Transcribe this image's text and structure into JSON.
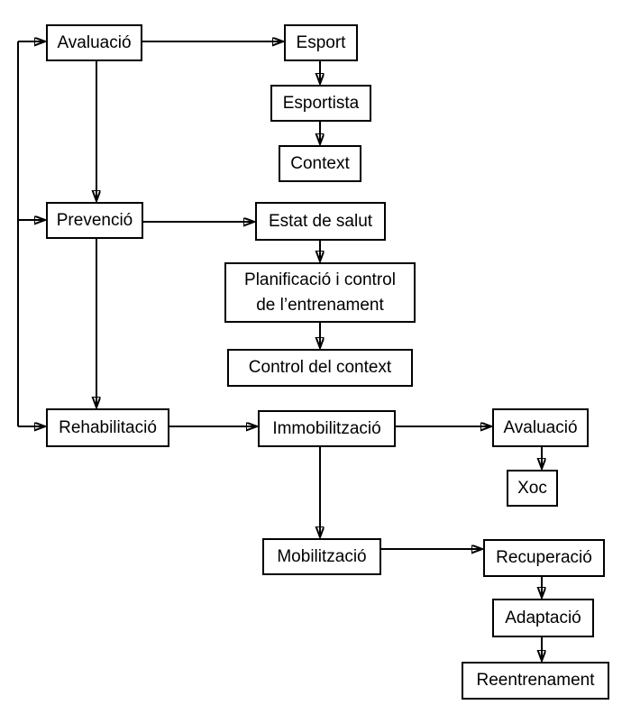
{
  "diagram": {
    "background_color": "#ffffff",
    "line_color": "#000000",
    "nodes": {
      "avaluacio": {
        "label": "Avaluació"
      },
      "esport": {
        "label": "Esport"
      },
      "esportista": {
        "label": "Esportista"
      },
      "context": {
        "label": "Context"
      },
      "prevencio": {
        "label": "Prevenció"
      },
      "estat_de_salut": {
        "label": "Estat de salut"
      },
      "planificacio": {
        "label": "Planificació i control de l’entrenament",
        "lines": [
          "Planificació i control",
          "de l’entrenament"
        ]
      },
      "control_del_context": {
        "label": "Control del context"
      },
      "rehabilitacio": {
        "label": "Rehabilitació"
      },
      "immobilitzacio": {
        "label": "Immobilització"
      },
      "avaluacio_2": {
        "label": "Avaluació"
      },
      "xoc": {
        "label": "Xoc"
      },
      "mobilitzacio": {
        "label": "Mobilització"
      },
      "recuperacio": {
        "label": "Recuperació"
      },
      "adaptacio": {
        "label": "Adaptació"
      },
      "reentrenament": {
        "label": "Reentrenament"
      }
    },
    "edges": [
      {
        "from": "feedback-spine",
        "to": "avaluacio"
      },
      {
        "from": "feedback-spine",
        "to": "prevencio"
      },
      {
        "from": "feedback-spine",
        "to": "rehabilitacio"
      },
      {
        "from": "avaluacio",
        "to": "esport"
      },
      {
        "from": "esport",
        "to": "esportista"
      },
      {
        "from": "esportista",
        "to": "context"
      },
      {
        "from": "avaluacio",
        "to": "prevencio"
      },
      {
        "from": "prevencio",
        "to": "estat_de_salut"
      },
      {
        "from": "estat_de_salut",
        "to": "planificacio"
      },
      {
        "from": "planificacio",
        "to": "control_del_context"
      },
      {
        "from": "prevencio",
        "to": "rehabilitacio"
      },
      {
        "from": "rehabilitacio",
        "to": "immobilitzacio"
      },
      {
        "from": "immobilitzacio",
        "to": "avaluacio_2"
      },
      {
        "from": "avaluacio_2",
        "to": "xoc"
      },
      {
        "from": "immobilitzacio",
        "to": "mobilitzacio"
      },
      {
        "from": "mobilitzacio",
        "to": "recuperacio"
      },
      {
        "from": "recuperacio",
        "to": "adaptacio"
      },
      {
        "from": "adaptacio",
        "to": "reentrenament"
      }
    ]
  }
}
